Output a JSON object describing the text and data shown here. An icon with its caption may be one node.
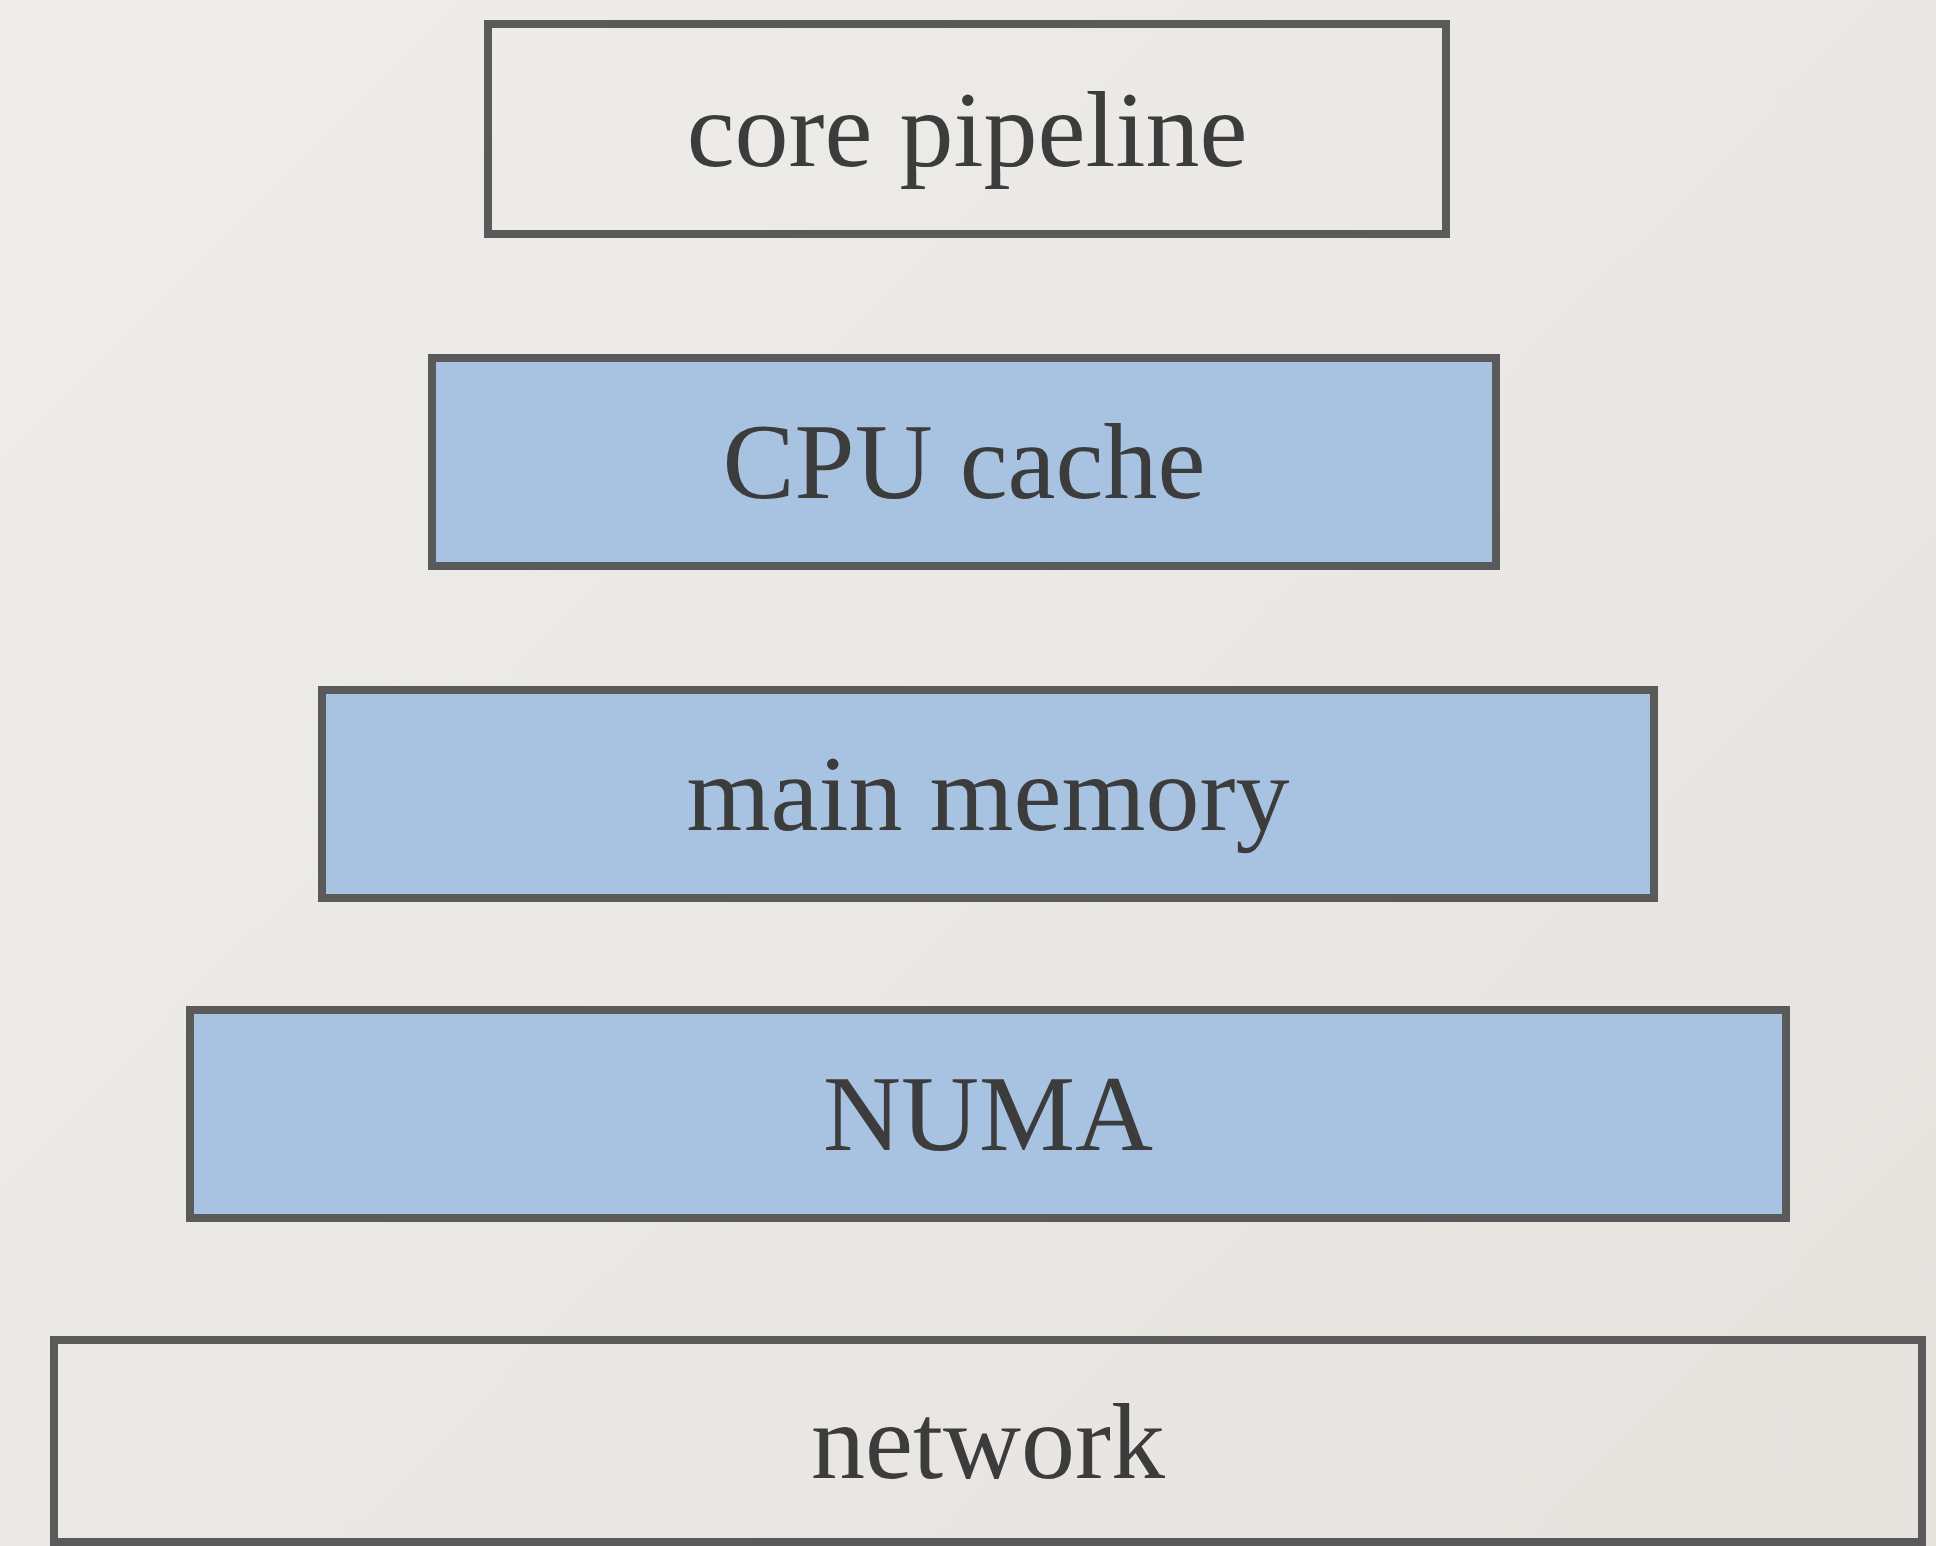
{
  "diagram": {
    "nodes": [
      {
        "text": [
          "core pipeline"
        ]
      },
      {
        "text": [
          "CPU cache"
        ]
      },
      {
        "text": [
          "main memory"
        ]
      },
      {
        "text": [
          "NUMA"
        ]
      },
      {
        "text": [
          "network"
        ]
      }
    ]
  }
}
